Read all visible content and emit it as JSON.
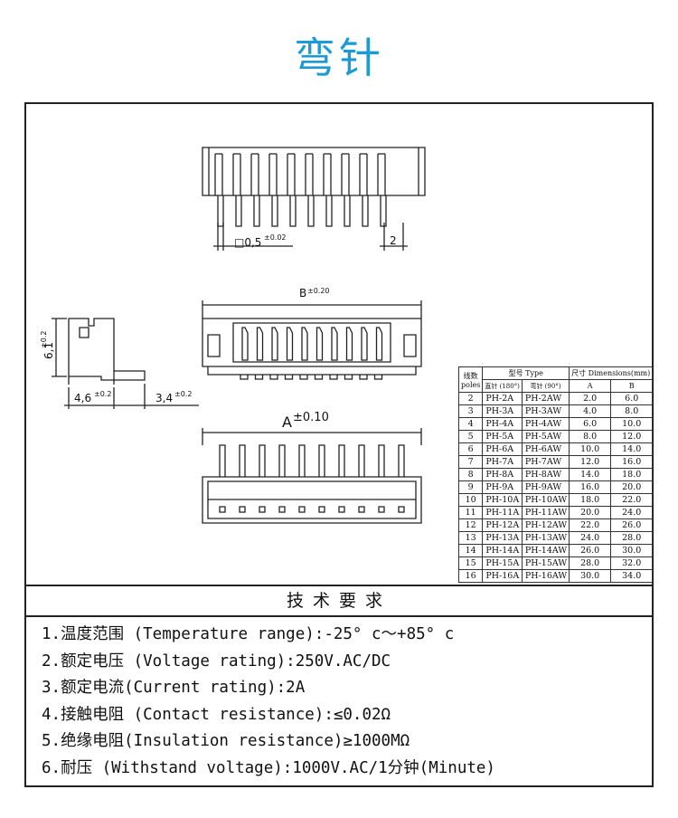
{
  "page_title": "弯针",
  "drawing": {
    "pin_dim": "□0,5",
    "pin_tol": "±0.02",
    "pitch": "2",
    "b_dim": "B",
    "b_tol": "±0.20",
    "height_dim": "6,1",
    "height_tol": "±0.2",
    "side_w": "4,6",
    "side_w_tol": "±0.2",
    "lead_len": "3,4",
    "lead_tol": "±0.2",
    "a_dim": "A",
    "a_tol": "±0.10"
  },
  "table": {
    "header_poles_cn": "线数",
    "header_poles_en": "poles",
    "header_type": "型号 Type",
    "header_straight": "直针 (180°)",
    "header_right": "弯针 (90°)",
    "header_dims": "尺寸 Dimensions(mm)",
    "header_a": "A",
    "header_b": "B",
    "rows": [
      {
        "poles": "2",
        "straight": "PH-2A",
        "right": "PH-2AW",
        "a": "2.0",
        "b": "6.0"
      },
      {
        "poles": "3",
        "straight": "PH-3A",
        "right": "PH-3AW",
        "a": "4.0",
        "b": "8.0"
      },
      {
        "poles": "4",
        "straight": "PH-4A",
        "right": "PH-4AW",
        "a": "6.0",
        "b": "10.0"
      },
      {
        "poles": "5",
        "straight": "PH-5A",
        "right": "PH-5AW",
        "a": "8.0",
        "b": "12.0"
      },
      {
        "poles": "6",
        "straight": "PH-6A",
        "right": "PH-6AW",
        "a": "10.0",
        "b": "14.0"
      },
      {
        "poles": "7",
        "straight": "PH-7A",
        "right": "PH-7AW",
        "a": "12.0",
        "b": "16.0"
      },
      {
        "poles": "8",
        "straight": "PH-8A",
        "right": "PH-8AW",
        "a": "14.0",
        "b": "18.0"
      },
      {
        "poles": "9",
        "straight": "PH-9A",
        "right": "PH-9AW",
        "a": "16.0",
        "b": "20.0"
      },
      {
        "poles": "10",
        "straight": "PH-10A",
        "right": "PH-10AW",
        "a": "18.0",
        "b": "22.0"
      },
      {
        "poles": "11",
        "straight": "PH-11A",
        "right": "PH-11AW",
        "a": "20.0",
        "b": "24.0"
      },
      {
        "poles": "12",
        "straight": "PH-12A",
        "right": "PH-12AW",
        "a": "22.0",
        "b": "26.0"
      },
      {
        "poles": "13",
        "straight": "PH-13A",
        "right": "PH-13AW",
        "a": "24.0",
        "b": "28.0"
      },
      {
        "poles": "14",
        "straight": "PH-14A",
        "right": "PH-14AW",
        "a": "26.0",
        "b": "30.0"
      },
      {
        "poles": "15",
        "straight": "PH-15A",
        "right": "PH-15AW",
        "a": "28.0",
        "b": "32.0"
      },
      {
        "poles": "16",
        "straight": "PH-16A",
        "right": "PH-16AW",
        "a": "30.0",
        "b": "34.0"
      }
    ]
  },
  "tech": {
    "heading": "技术要求",
    "items": [
      "1.温度范围 (Temperature range):-25° c～+85° c",
      "2.额定电压 (Voltage rating):250V.AC/DC",
      "3.额定电流(Current rating):2A",
      "4.接触电阻 (Contact resistance):≤0.02Ω",
      "5.绝缘电阻(Insulation resistance)≥1000MΩ",
      "6.耐压 (Withstand voltage):1000V.AC/1分钟(Minute)"
    ]
  }
}
